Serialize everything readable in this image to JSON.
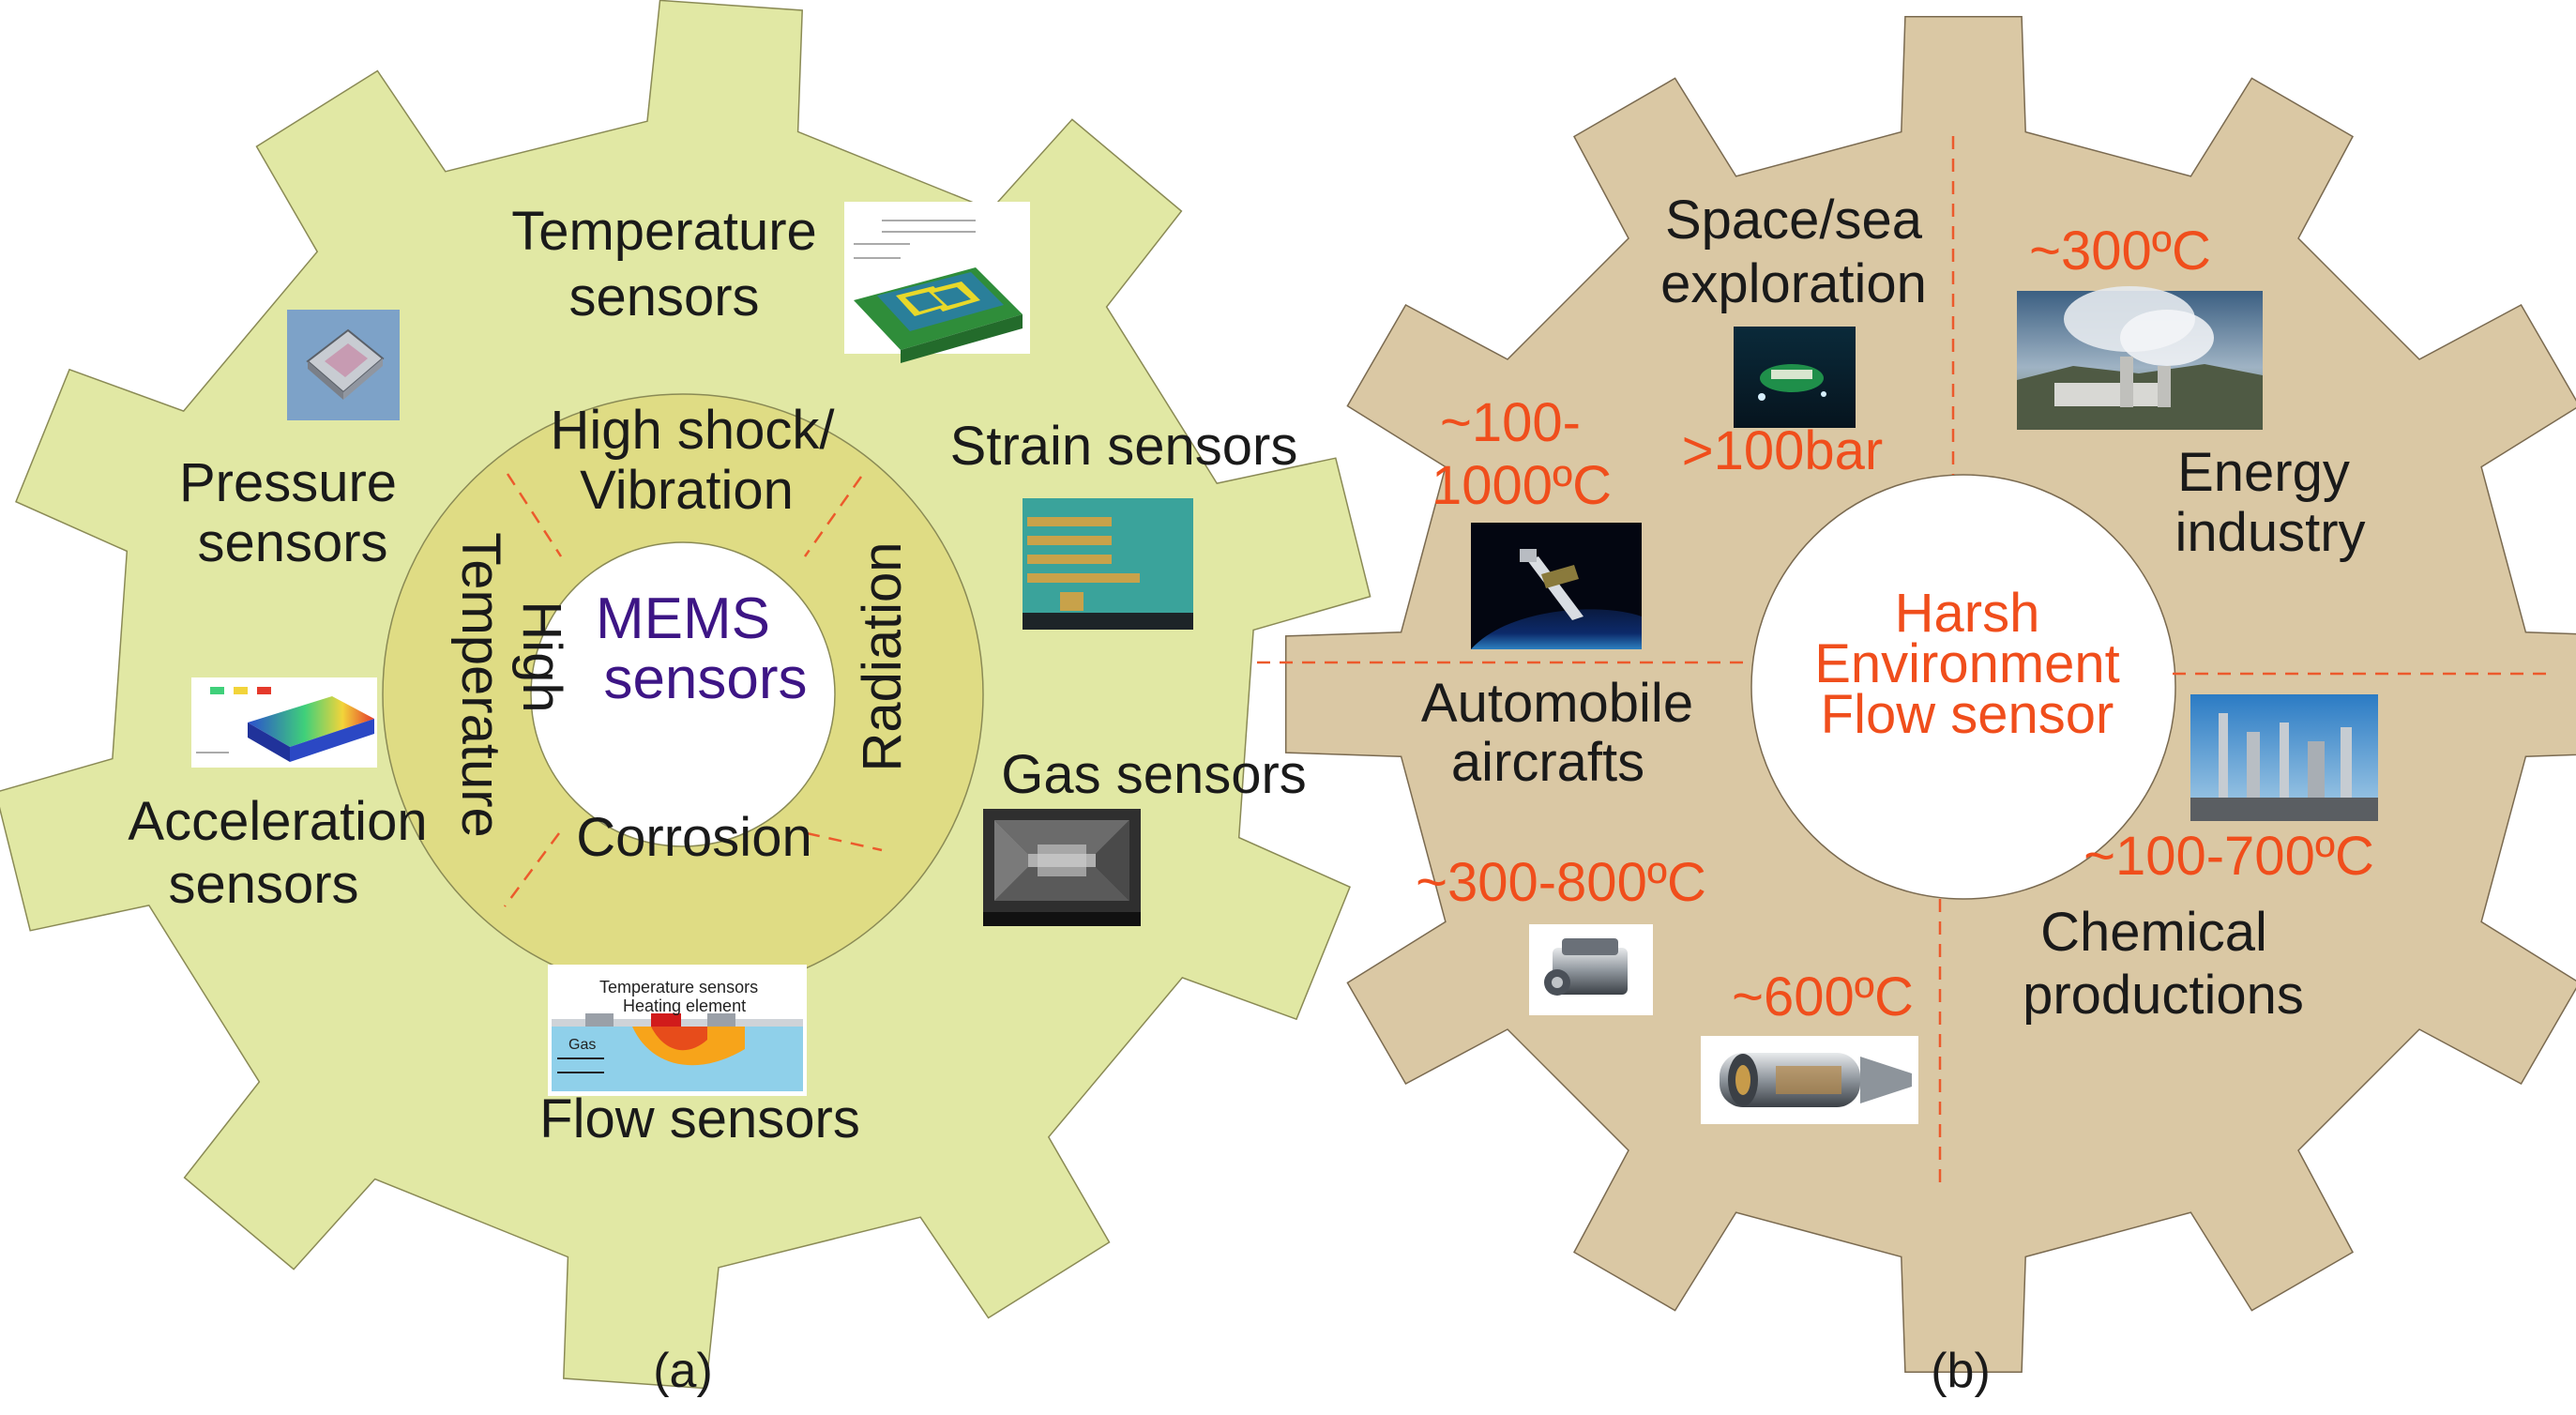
{
  "colors": {
    "gear_a_fill": "#e1e8a4",
    "ring_a_fill": "#dfdc84",
    "gear_b_fill": "#dac8a4",
    "center_text_a": "#3d1585",
    "highlight_text": "#f04e1c"
  },
  "panel_a": {
    "caption": "(a)",
    "center": [
      "MEMS",
      "sensors"
    ],
    "ring_labels": {
      "shock": [
        "High shock/",
        "Vibration"
      ],
      "temperature": [
        "High",
        "Temperature"
      ],
      "radiation": "Radiation",
      "corrosion": "Corrosion"
    },
    "sensors": {
      "temperature": [
        "Temperature",
        "sensors"
      ],
      "strain": "Strain sensors",
      "gas": "Gas sensors",
      "flow": "Flow sensors",
      "acceleration": [
        "Acceleration",
        "sensors"
      ],
      "pressure": [
        "Pressure",
        "sensors"
      ]
    },
    "images": {
      "temperature": "temperature-sensor-schematic",
      "pressure": "pressure-sensor-chip-photo",
      "strain": "strain-sensor-micrograph",
      "gas": "gas-sensor-sem-image",
      "flow": "flow-sensor-schematic",
      "acceleration": "acceleration-sensor-simulation"
    },
    "flow_image_text": [
      "Temperature sensors",
      "Heating element",
      "Gas"
    ]
  },
  "panel_b": {
    "caption": "(b)",
    "center": [
      "Harsh",
      "Environment",
      "Flow sensor"
    ],
    "sectors": {
      "space": [
        "Space/sea",
        "exploration"
      ],
      "energy": [
        "Energy",
        "industry"
      ],
      "chemical": [
        "Chemical",
        "productions"
      ],
      "automobile": [
        "Automobile",
        "aircrafts"
      ]
    },
    "conditions": {
      "pressure": ">100bar",
      "energy_temp": "~300ºC",
      "aircraft_temp": [
        "~100-",
        "1000ºC"
      ],
      "chemical_temp": "~100-700ºC",
      "engine_temp": "~300-800ºC",
      "turbine_temp": "~600ºC"
    },
    "images": {
      "submersible": "underwater-vehicle-photo",
      "power_plant": "geothermal-plant-photo",
      "spacecraft": "spacecraft-photo",
      "refinery": "chemical-plant-photo",
      "engine": "car-engine-photo",
      "turbine": "jet-turbine-photo"
    }
  }
}
